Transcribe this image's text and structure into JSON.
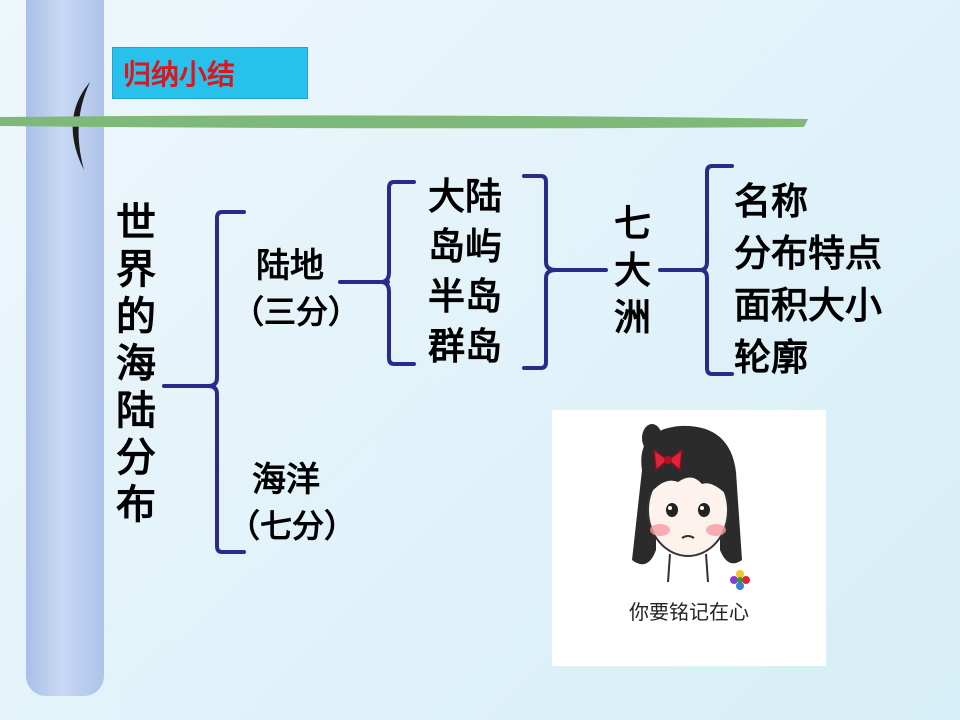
{
  "title": "归纳小结",
  "root": {
    "chars": [
      "世",
      "界",
      "的",
      "海",
      "陆",
      "分",
      "布"
    ]
  },
  "land": {
    "label": "陆地",
    "sub": "（三分）"
  },
  "ocean": {
    "label": "海洋",
    "sub": "（七分）"
  },
  "land_types": [
    "大陆",
    "岛屿",
    "半岛",
    "群岛"
  ],
  "continents": {
    "chars": [
      "七",
      "大",
      "洲"
    ]
  },
  "continent_aspects": [
    "名称",
    "分布特点",
    "面积大小",
    "轮廓"
  ],
  "sticker": {
    "caption": "你要铭记在心"
  },
  "colors": {
    "bracket": "#2a2a8a",
    "title_bg": "#27c1ec",
    "title_text": "#e1141b",
    "green_bar": "#7fb97a",
    "scroll": "#b6c8ee"
  }
}
